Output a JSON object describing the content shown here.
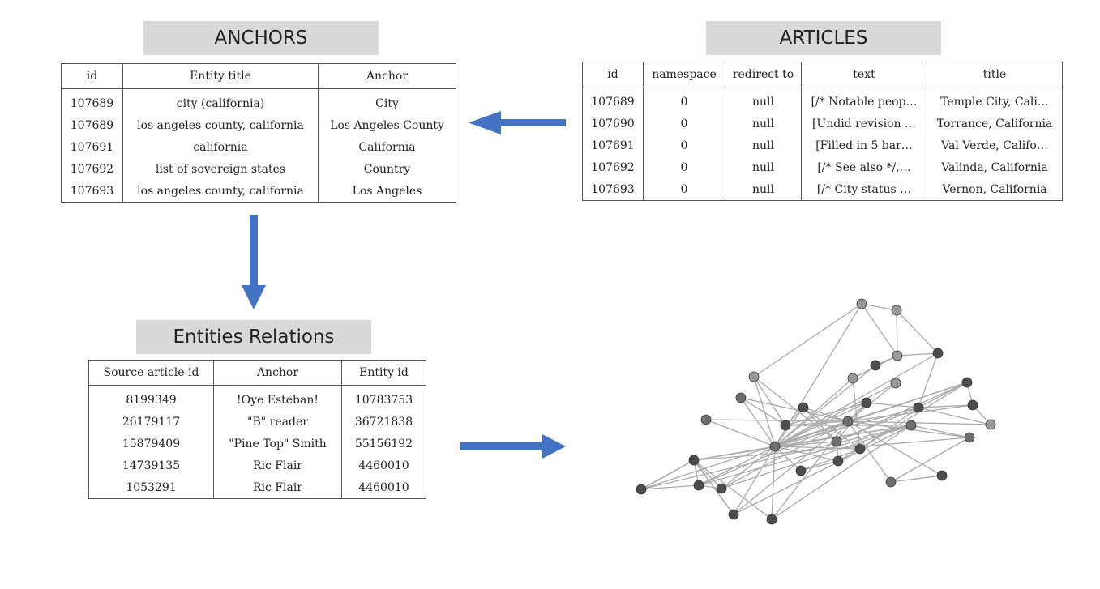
{
  "anchors": {
    "title": "ANCHORS",
    "columns": [
      "id",
      "Entity title",
      "Anchor"
    ],
    "rows": [
      [
        "107689",
        "city (california)",
        "City"
      ],
      [
        "107689",
        "los angeles county, california",
        "Los Angeles County"
      ],
      [
        "107691",
        "california",
        "California"
      ],
      [
        "107692",
        "list of sovereign states",
        "Country"
      ],
      [
        "107693",
        "los angeles county, california",
        "Los Angeles"
      ]
    ]
  },
  "articles": {
    "title": "ARTICLES",
    "columns": [
      "id",
      "namespace",
      "redirect to",
      "text",
      "title"
    ],
    "rows": [
      [
        "107689",
        "0",
        "null",
        "[/* Notable peop…",
        "Temple City, Cali…"
      ],
      [
        "107690",
        "0",
        "null",
        "[Undid revision …",
        "Torrance, California"
      ],
      [
        "107691",
        "0",
        "null",
        "[Filled in 5 bar…",
        "Val Verde, Califo…"
      ],
      [
        "107692",
        "0",
        "null",
        "[/* See also */,…",
        "Valinda, California"
      ],
      [
        "107693",
        "0",
        "null",
        "[/* City status …",
        "Vernon, California"
      ]
    ]
  },
  "relations": {
    "title": "Entities Relations",
    "columns": [
      "Source article id",
      "Anchor",
      "Entity id"
    ],
    "rows": [
      [
        "8199349",
        "!Oye Esteban!",
        "10783753"
      ],
      [
        "26179117",
        "\"B\" reader",
        "36721838"
      ],
      [
        "15879409",
        "\"Pine Top\" Smith",
        "55156192"
      ],
      [
        "14739135",
        "Ric Flair",
        "4460010"
      ],
      [
        "1053291",
        "Ric Flair",
        "4460010"
      ]
    ]
  },
  "colors": {
    "arrow": "#4472c4",
    "label_bg": "#d9d9d9",
    "edge": "#aaaaaa",
    "node_dark": "#4d4d4d",
    "node_mid": "#6e6e6e",
    "node_light": "#999999"
  },
  "graph": {
    "nodes": [
      {
        "id": "n1",
        "shade": "light"
      },
      {
        "id": "n2",
        "shade": "light"
      },
      {
        "id": "n3",
        "shade": "light"
      },
      {
        "id": "n4",
        "shade": "dark"
      },
      {
        "id": "n5",
        "shade": "dark"
      },
      {
        "id": "n6",
        "shade": "light"
      },
      {
        "id": "n7",
        "shade": "light"
      },
      {
        "id": "n8",
        "shade": "mid"
      },
      {
        "id": "n9",
        "shade": "mid"
      },
      {
        "id": "n10",
        "shade": "mid"
      },
      {
        "id": "n11",
        "shade": "dark"
      },
      {
        "id": "n12",
        "shade": "dark"
      },
      {
        "id": "n13",
        "shade": "dark"
      },
      {
        "id": "n14",
        "shade": "light"
      },
      {
        "id": "n15",
        "shade": "mid"
      },
      {
        "id": "n16",
        "shade": "dark"
      },
      {
        "id": "n17",
        "shade": "mid"
      },
      {
        "id": "n18",
        "shade": "mid"
      },
      {
        "id": "n19",
        "shade": "dark"
      },
      {
        "id": "n20",
        "shade": "dark"
      },
      {
        "id": "n21",
        "shade": "dark"
      },
      {
        "id": "n22",
        "shade": "dark"
      },
      {
        "id": "n23",
        "shade": "dark"
      },
      {
        "id": "n24",
        "shade": "mid"
      },
      {
        "id": "n25",
        "shade": "dark"
      },
      {
        "id": "n26",
        "shade": "light"
      },
      {
        "id": "n27",
        "shade": "dark"
      },
      {
        "id": "n28",
        "shade": "dark"
      },
      {
        "id": "n29",
        "shade": "dark"
      },
      {
        "id": "n30",
        "shade": "dark"
      },
      {
        "id": "n31",
        "shade": "dark"
      },
      {
        "id": "n32",
        "shade": "dark"
      },
      {
        "id": "n33",
        "shade": "mid"
      }
    ],
    "edges": [
      [
        "n1",
        "n2"
      ],
      [
        "n1",
        "n3"
      ],
      [
        "n1",
        "n6"
      ],
      [
        "n1",
        "n10"
      ],
      [
        "n2",
        "n3"
      ],
      [
        "n2",
        "n4"
      ],
      [
        "n3",
        "n5"
      ],
      [
        "n3",
        "n7"
      ],
      [
        "n3",
        "n4"
      ],
      [
        "n4",
        "n10"
      ],
      [
        "n4",
        "n16"
      ],
      [
        "n5",
        "n10"
      ],
      [
        "n6",
        "n18"
      ],
      [
        "n6",
        "n12"
      ],
      [
        "n6",
        "n10"
      ],
      [
        "n7",
        "n21"
      ],
      [
        "n7",
        "n10"
      ],
      [
        "n8",
        "n12"
      ],
      [
        "n8",
        "n17"
      ],
      [
        "n9",
        "n17"
      ],
      [
        "n10",
        "n14"
      ],
      [
        "n10",
        "n11"
      ],
      [
        "n10",
        "n16"
      ],
      [
        "n10",
        "n17"
      ],
      [
        "n10",
        "n20"
      ],
      [
        "n10",
        "n21"
      ],
      [
        "n10",
        "n22"
      ],
      [
        "n10",
        "n18"
      ],
      [
        "n10",
        "n19"
      ],
      [
        "n10",
        "n13"
      ],
      [
        "n10",
        "n15"
      ],
      [
        "n11",
        "n18"
      ],
      [
        "n11",
        "n17"
      ],
      [
        "n11",
        "n21"
      ],
      [
        "n11",
        "n12"
      ],
      [
        "n12",
        "n13"
      ],
      [
        "n12",
        "n17"
      ],
      [
        "n12",
        "n15"
      ],
      [
        "n13",
        "n17"
      ],
      [
        "n13",
        "n16"
      ],
      [
        "n13",
        "n18"
      ],
      [
        "n16",
        "n21"
      ],
      [
        "n16",
        "n22"
      ],
      [
        "n16",
        "n23"
      ],
      [
        "n16",
        "n26"
      ],
      [
        "n16",
        "n18"
      ],
      [
        "n17",
        "n22"
      ],
      [
        "n17",
        "n23"
      ],
      [
        "n17",
        "n24"
      ],
      [
        "n17",
        "n25"
      ],
      [
        "n17",
        "n26"
      ],
      [
        "n17",
        "n28"
      ],
      [
        "n17",
        "n29"
      ],
      [
        "n17",
        "n30"
      ],
      [
        "n17",
        "n31"
      ],
      [
        "n17",
        "n32"
      ],
      [
        "n18",
        "n22"
      ],
      [
        "n18",
        "n19"
      ],
      [
        "n19",
        "n20"
      ],
      [
        "n19",
        "n21"
      ],
      [
        "n20",
        "n21"
      ],
      [
        "n15",
        "n33"
      ],
      [
        "n15",
        "n27"
      ],
      [
        "n15",
        "n28"
      ],
      [
        "n15",
        "n29"
      ],
      [
        "n15",
        "n30"
      ],
      [
        "n15",
        "n31"
      ],
      [
        "n15",
        "n32"
      ],
      [
        "n17",
        "n33"
      ],
      [
        "n23",
        "n22"
      ],
      [
        "n24",
        "n25"
      ],
      [
        "n26",
        "n23"
      ],
      [
        "n27",
        "n28"
      ],
      [
        "n27",
        "n29"
      ],
      [
        "n27",
        "n30"
      ],
      [
        "n27",
        "n31"
      ],
      [
        "n27",
        "n32"
      ],
      [
        "n27",
        "n33"
      ],
      [
        "n14",
        "n17"
      ],
      [
        "n9",
        "n10"
      ],
      [
        "n8",
        "n10"
      ],
      [
        "n33",
        "n24"
      ],
      [
        "n21",
        "n22"
      ]
    ]
  }
}
